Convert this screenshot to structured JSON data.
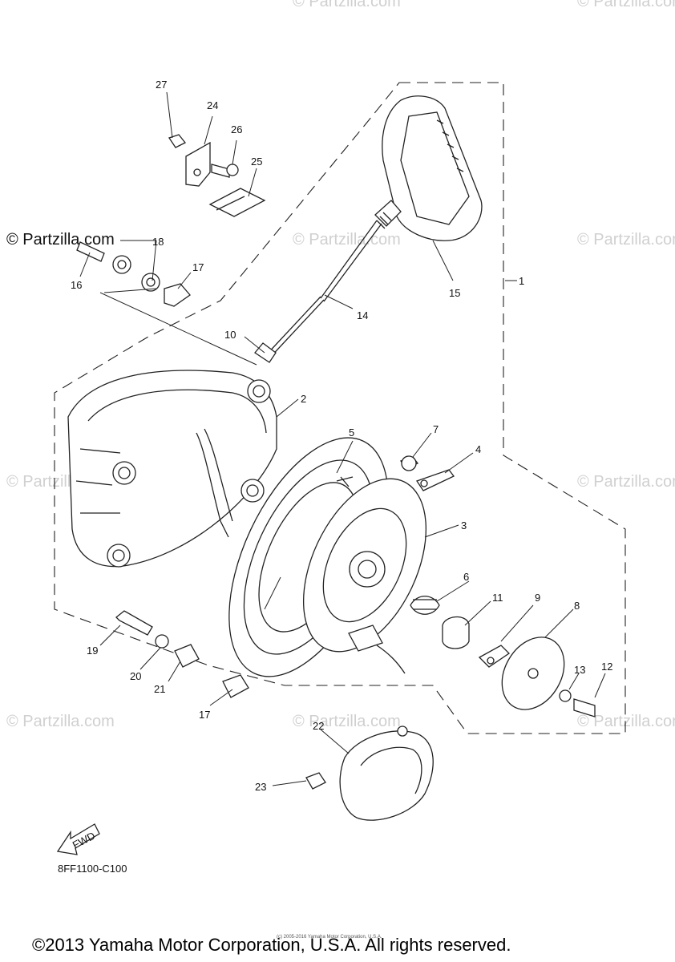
{
  "watermarks": {
    "primary": "© Partzilla.com",
    "repeat": "© Partzilla.com"
  },
  "callouts": {
    "c1": "1",
    "c2": "2",
    "c3": "3",
    "c4": "4",
    "c5": "5",
    "c6": "6",
    "c7": "7",
    "c8": "8",
    "c9": "9",
    "c10": "10",
    "c11": "11",
    "c12": "12",
    "c13": "13",
    "c14": "14",
    "c15": "15",
    "c16": "16",
    "c17a": "17",
    "c17b": "17",
    "c18": "18",
    "c19": "19",
    "c20": "20",
    "c21": "21",
    "c22": "22",
    "c23": "23",
    "c24": "24",
    "c25": "25",
    "c26": "26",
    "c27": "27"
  },
  "fwd_label": "FWD",
  "diagram_code": "8FF1100-C100",
  "tiny_notice": "(c) 2005-2016 Yamaha Motor Corporation, U.S.A.",
  "copyright": "©2013 Yamaha Motor Corporation, U.S.A. All rights reserved.",
  "colors": {
    "ink": "#222222",
    "watermark": "#d0d0d0"
  }
}
